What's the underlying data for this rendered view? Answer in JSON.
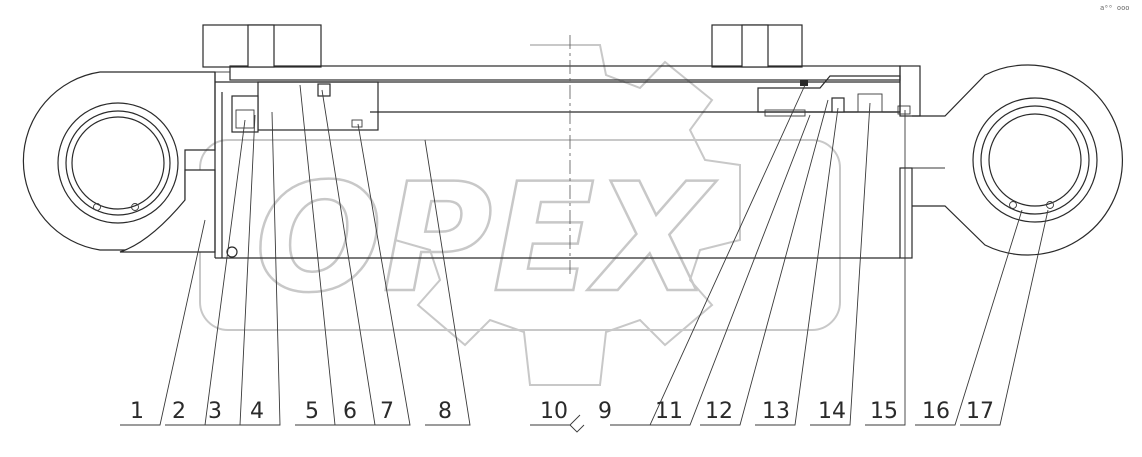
{
  "corner_mark": "a⁰⁰ ooo",
  "watermark": {
    "text": "OPEX"
  },
  "callouts": [
    {
      "num": "1"
    },
    {
      "num": "2"
    },
    {
      "num": "3"
    },
    {
      "num": "4"
    },
    {
      "num": "5"
    },
    {
      "num": "6"
    },
    {
      "num": "7"
    },
    {
      "num": "8"
    },
    {
      "num": "10"
    },
    {
      "num": "9"
    },
    {
      "num": "11"
    },
    {
      "num": "12"
    },
    {
      "num": "13"
    },
    {
      "num": "14"
    },
    {
      "num": "15"
    },
    {
      "num": "16"
    },
    {
      "num": "17"
    }
  ]
}
